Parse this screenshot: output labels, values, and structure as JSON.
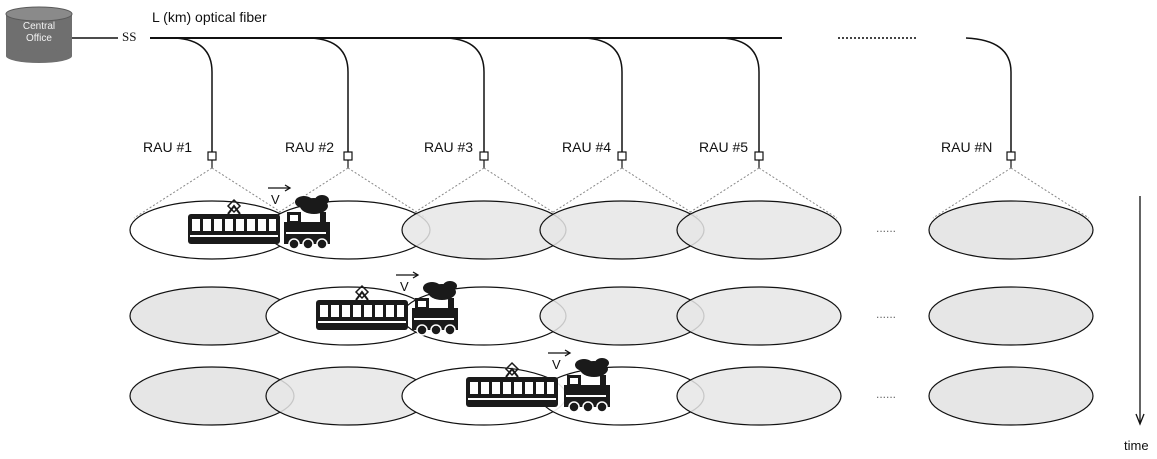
{
  "central_office": {
    "line1": "Central",
    "line2": "Office"
  },
  "ss_label": "SS",
  "fiber_label": "L (km) optical fiber",
  "rau_labels": [
    "RAU #1",
    "RAU #2",
    "RAU #3",
    "RAU #4",
    "RAU #5",
    "RAU #N"
  ],
  "velocity_label": "V",
  "ellipsis": "......",
  "time_label": "time",
  "colors": {
    "line": "#111111",
    "cell_fill": "#e6e6e6",
    "cell_active_fill": "#ffffff",
    "central_office": "#6f6f6f",
    "train": "#1a1a1a"
  },
  "rows": [
    {
      "active_cells": [
        "RAU #1",
        "RAU #2"
      ]
    },
    {
      "active_cells": [
        "RAU #2",
        "RAU #3"
      ]
    },
    {
      "active_cells": [
        "RAU #3",
        "RAU #4"
      ]
    }
  ]
}
